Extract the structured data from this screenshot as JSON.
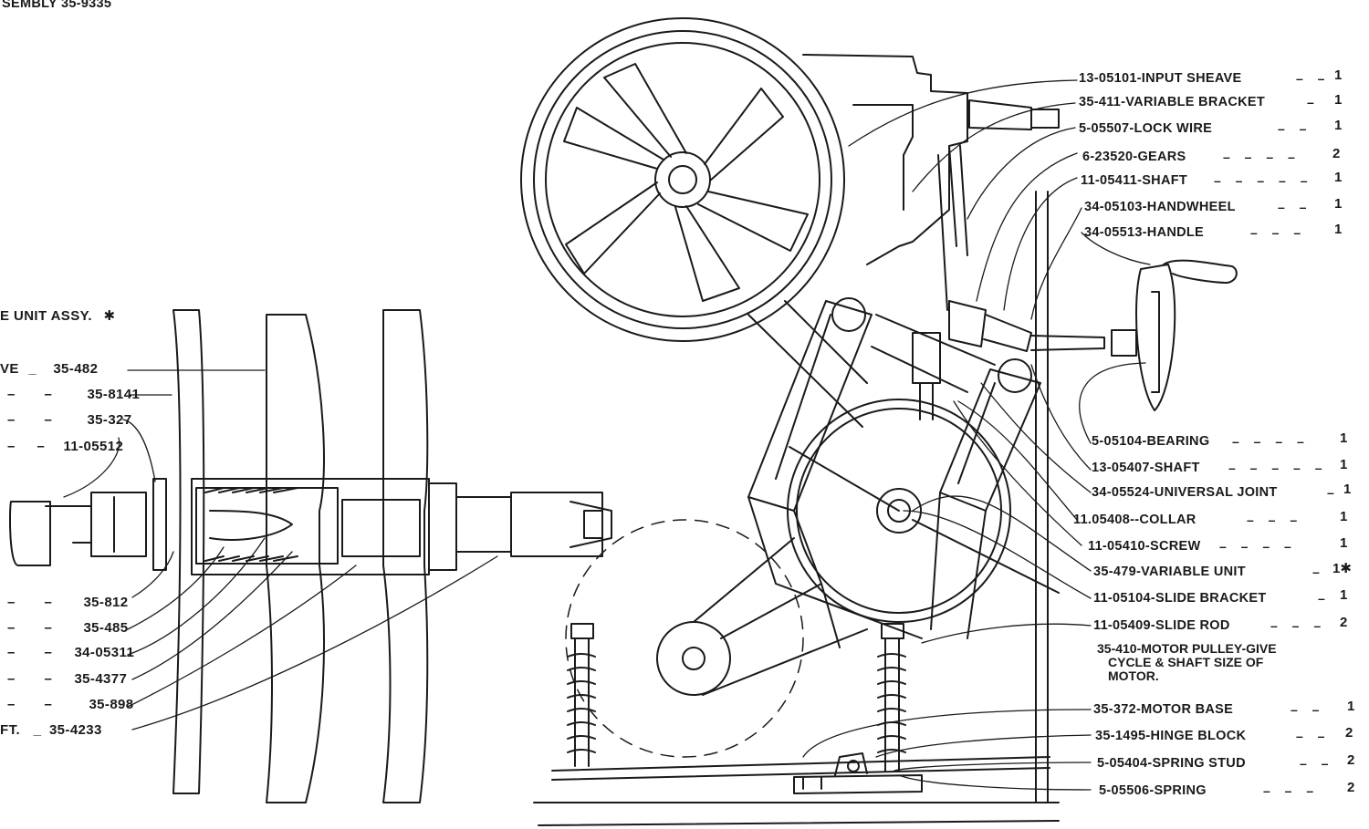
{
  "header_fragment": "SEMBLY 35-9335",
  "left_callouts": [
    {
      "prefix": "E UNIT ASSY.",
      "mark": "✱",
      "number": ""
    },
    {
      "prefix": "VE",
      "mark": "",
      "number": "35-482"
    },
    {
      "prefix": "",
      "mark": "",
      "number": "35-8141"
    },
    {
      "prefix": "",
      "mark": "",
      "number": "35-327"
    },
    {
      "prefix": "",
      "mark": "",
      "number": "11-05512"
    },
    {
      "prefix": "",
      "mark": "",
      "number": "35-812"
    },
    {
      "prefix": "",
      "mark": "",
      "number": "35-485"
    },
    {
      "prefix": "",
      "mark": "",
      "number": "34-05311"
    },
    {
      "prefix": "",
      "mark": "",
      "number": "35-4377"
    },
    {
      "prefix": "",
      "mark": "",
      "number": "35-898"
    },
    {
      "prefix": "FT.",
      "mark": "",
      "number": "35-4233"
    }
  ],
  "right_parts": [
    {
      "label": "13-05101-INPUT SHEAVE",
      "qty": "1"
    },
    {
      "label": "35-411-VARIABLE BRACKET",
      "qty": "1"
    },
    {
      "label": "5-05507-LOCK WIRE",
      "qty": "1"
    },
    {
      "label": "6-23520-GEARS",
      "qty": "2"
    },
    {
      "label": "11-05411-SHAFT",
      "qty": "1"
    },
    {
      "label": "34-05103-HANDWHEEL",
      "qty": "1"
    },
    {
      "label": "34-05513-HANDLE",
      "qty": "1"
    },
    {
      "label": "5-05104-BEARING",
      "qty": "1"
    },
    {
      "label": "13-05407-SHAFT",
      "qty": "1"
    },
    {
      "label": "34-05524-UNIVERSAL JOINT",
      "qty": "1"
    },
    {
      "label": "11.05408--COLLAR",
      "qty": "1"
    },
    {
      "label": "11-05410-SCREW",
      "qty": "1"
    },
    {
      "label": "35-479-VARIABLE UNIT",
      "qty": "1✱"
    },
    {
      "label": "11-05104-SLIDE BRACKET",
      "qty": "1"
    },
    {
      "label": "11-05409-SLIDE ROD",
      "qty": "2"
    },
    {
      "label": "35-372-MOTOR BASE",
      "qty": "1"
    },
    {
      "label": "35-1495-HINGE BLOCK",
      "qty": "2"
    },
    {
      "label": "5-05404-SPRING STUD",
      "qty": "2"
    },
    {
      "label": "5-05506-SPRING",
      "qty": "2"
    }
  ],
  "motor_pulley_note": [
    "35-410-MOTOR PULLEY-GIVE",
    "CYCLE & SHAFT SIZE OF",
    "MOTOR."
  ]
}
